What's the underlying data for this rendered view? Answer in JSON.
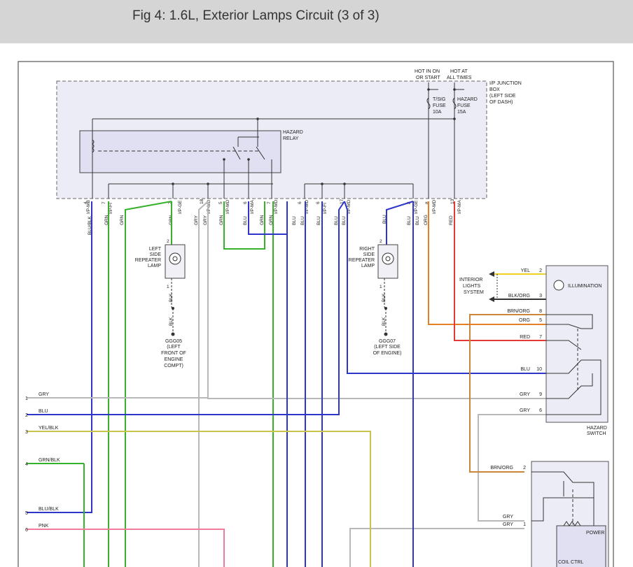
{
  "title": "Fig 4: 1.6L, Exterior Lamps Circuit (3 of 3)",
  "top_labels": {
    "hot_run": [
      "HOT IN ON",
      "OR START"
    ],
    "hot_always": [
      "HOT AT",
      "ALL TIMES"
    ],
    "ip_box": [
      "I/P JUNCTION",
      "BOX",
      "(LEFT SIDE",
      "OF DASH)"
    ],
    "tsig_fuse": [
      "T/SIG",
      "FUSE",
      "10A"
    ],
    "hazard_fuse": [
      "HAZARD",
      "FUSE",
      "15A"
    ],
    "hazard_relay": [
      "HAZARD",
      "RELAY"
    ]
  },
  "connector_tags": [
    {
      "id": "c1",
      "pin": "4",
      "conn": "I/P-MB"
    },
    {
      "id": "c2",
      "pin": "7",
      "conn": "I/P-FI"
    },
    {
      "id": "c3",
      "pin": "7",
      "conn": "I/P-GE"
    },
    {
      "id": "c4",
      "pin": "18",
      "conn": "I/P-MD"
    },
    {
      "id": "c5",
      "pin": "5",
      "conn": "I/P-MD"
    },
    {
      "id": "c6",
      "pin": "6",
      "conn": "I/P-MA"
    },
    {
      "id": "c7",
      "pin": "7",
      "conn": "I/P-MD"
    },
    {
      "id": "c8",
      "pin": "6",
      "conn": "I/P-MD"
    },
    {
      "id": "c9",
      "pin": "6",
      "conn": "I/P-FI"
    },
    {
      "id": "c10",
      "pin": "17",
      "conn": "I/P-MD"
    },
    {
      "id": "c11",
      "pin": "8",
      "conn": "I/P-GE"
    },
    {
      "id": "c12",
      "pin": "8",
      "conn": "I/P-MD"
    },
    {
      "id": "c13",
      "pin": "13",
      "conn": "I/P-MA"
    }
  ],
  "wire_colors_vertical": [
    {
      "id": "v1",
      "label": "BLU/BLK"
    },
    {
      "id": "v2",
      "label": "GRN"
    },
    {
      "id": "v3",
      "label": "GRN"
    },
    {
      "id": "v4",
      "label": "GRN"
    },
    {
      "id": "v5",
      "label": "GRY"
    },
    {
      "id": "v6",
      "label": "GRY"
    },
    {
      "id": "v7",
      "label": "GRN"
    },
    {
      "id": "v8",
      "label": "BLU"
    },
    {
      "id": "v9",
      "label": "GRN"
    },
    {
      "id": "v10",
      "label": "GRN"
    },
    {
      "id": "v11",
      "label": "BLU"
    },
    {
      "id": "v12",
      "label": "BLU"
    },
    {
      "id": "v13",
      "label": "BLU"
    },
    {
      "id": "v14",
      "label": "BLU"
    },
    {
      "id": "v15",
      "label": "BLU"
    },
    {
      "id": "v16",
      "label": "BLU"
    },
    {
      "id": "v17",
      "label": "BLU"
    },
    {
      "id": "v18",
      "label": "BLU"
    },
    {
      "id": "v19",
      "label": "ORG"
    },
    {
      "id": "v20",
      "label": "RED"
    }
  ],
  "left_lamp": {
    "name": [
      "LEFT",
      "SIDE",
      "REPEATER",
      "LAMP"
    ],
    "pin_top": "2",
    "pin_bottom": "1",
    "wire_top": "GRN",
    "wire_bottom": "BLK",
    "wire_ground": "BLK",
    "ground": "GGG05",
    "ground_loc": [
      "(LEFT",
      "FRONT OF",
      "ENGINE",
      "COMPT)"
    ]
  },
  "right_lamp": {
    "name": [
      "RIGHT",
      "SIDE",
      "REPEATER",
      "LAMP"
    ],
    "pin_top": "2",
    "pin_bottom": "1",
    "wire_top": "BLU",
    "wire_bottom": "BLK",
    "wire_ground": "BLK",
    "ground": "GGG07",
    "ground_loc": [
      "(LEFT SIDE",
      "OF ENGINE)"
    ]
  },
  "interior_lights": [
    "INTERIOR",
    "LIGHTS",
    "SYSTEM"
  ],
  "illumination": "ILLUMINATION",
  "hazard_switch": [
    "HAZARD",
    "SWITCH"
  ],
  "hazard_switch_pins": [
    {
      "id": "p2",
      "wire": "YEL",
      "pin": "2"
    },
    {
      "id": "p3",
      "wire": "BLK/ORG",
      "pin": "3"
    },
    {
      "id": "p8",
      "wire": "BRN/ORG",
      "pin": "8"
    },
    {
      "id": "p5",
      "wire": "ORG",
      "pin": "5"
    },
    {
      "id": "p7",
      "wire": "RED",
      "pin": "7"
    },
    {
      "id": "p10",
      "wire": "BLU",
      "pin": "10"
    },
    {
      "id": "p9",
      "wire": "GRY",
      "pin": "9"
    },
    {
      "id": "p6",
      "wire": "GRY",
      "pin": "6"
    }
  ],
  "power_box": {
    "title": "POWER",
    "sub": "COIL CTRL",
    "pins": [
      {
        "id": "q2",
        "wire": "BRN/ORG",
        "pin": "2"
      },
      {
        "id": "q1",
        "wire": "GRY",
        "pin": "1"
      },
      {
        "id": "q0",
        "wire": "GRY",
        "pin": ""
      }
    ]
  },
  "left_lines": [
    {
      "num": "1",
      "label": "GRY"
    },
    {
      "num": "2",
      "label": "BLU"
    },
    {
      "num": "3",
      "label": "YEL/BLK"
    },
    {
      "num": "4",
      "label": "GRN/BLK"
    },
    {
      "num": "5",
      "label": "BLU/BLK"
    },
    {
      "num": "6",
      "label": "PNK"
    }
  ],
  "colors": {
    "blue": "#2e36c9",
    "green": "#36b22a",
    "gray": "#b8b8b8",
    "orange": "#e67e22",
    "red": "#e53935",
    "yellow": "#c8c34a",
    "pink": "#f27a9a",
    "brown": "#c8863a",
    "black": "#333333",
    "box": "#ececf7",
    "header": "#d5d5d5"
  }
}
